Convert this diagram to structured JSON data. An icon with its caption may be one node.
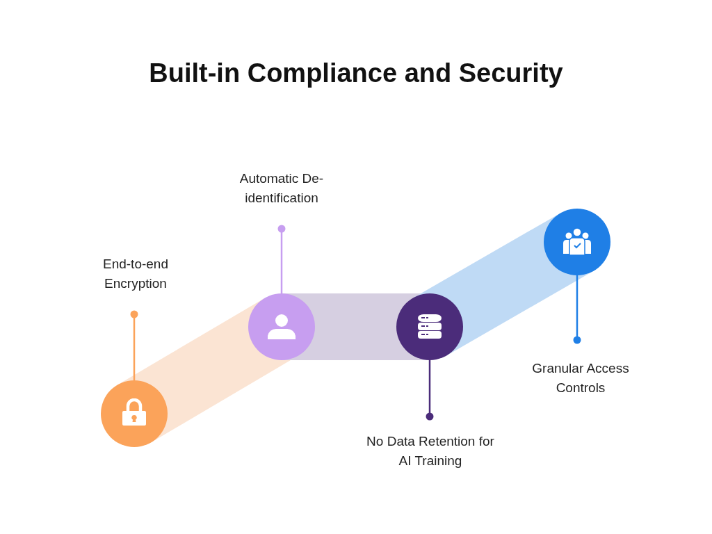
{
  "diagram": {
    "title": "Built-in Compliance and Security",
    "nodes": [
      {
        "text": [
          "End-to-end Encryption"
        ]
      },
      {
        "text": [],
        "shape": "circle"
      },
      {
        "text": [
          "Automatic De-identification"
        ]
      },
      {
        "text": [],
        "shape": "circle"
      },
      {
        "text": [],
        "shape": "circle"
      },
      {
        "text": [
          "No Data Retention for AI Training"
        ]
      },
      {
        "text": [],
        "shape": "circle"
      },
      {
        "text": [
          "Granular Access Controls"
        ]
      }
    ],
    "edges": [
      {
        "from": 1,
        "to": 3,
        "arrow": "none",
        "style": "thick",
        "color": "#fbe4d3"
      },
      {
        "from": 3,
        "to": 4,
        "arrow": "none",
        "style": "thick",
        "color": "#d6cfe1"
      },
      {
        "from": 4,
        "to": 6,
        "arrow": "none",
        "style": "thick",
        "color": "#bfdaf5"
      },
      {
        "from": 0,
        "to": 1,
        "arrow": "other",
        "color": "#fba35a"
      },
      {
        "from": 2,
        "to": 3,
        "arrow": "other",
        "color": "#c79ef0"
      },
      {
        "from": 5,
        "to": 4,
        "arrow": "other",
        "color": "#4b2c7a"
      },
      {
        "from": 7,
        "to": 6,
        "arrow": "other",
        "color": "#1f7fe6"
      }
    ]
  }
}
